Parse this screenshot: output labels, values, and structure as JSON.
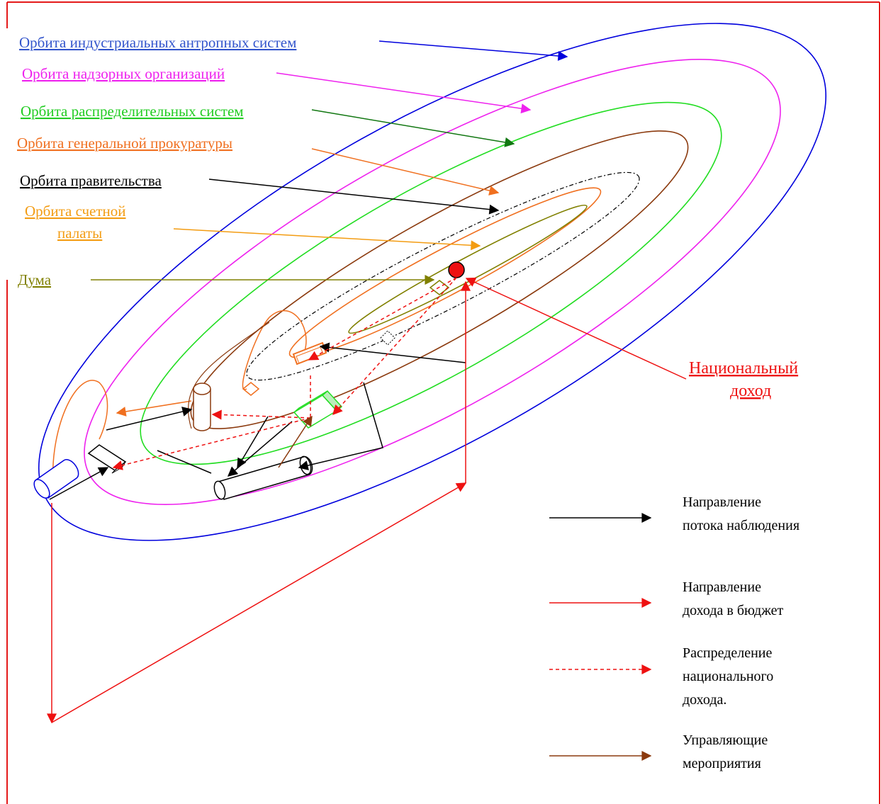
{
  "colors": {
    "frame": "#e41a1a",
    "industrial": "#0000dd",
    "supervisory": "#ee22ee",
    "distribution": "#22dd22",
    "prosecutor": "#8b3a0e",
    "government": "#000000",
    "audit": "#f39c12",
    "duma": "#808000",
    "income": "#ee1111",
    "control": "#8b3a0e"
  },
  "orbit_labels": {
    "industrial": "Орбита индустриальных антропных систем",
    "supervisory": "Орбита надзорных организаций",
    "distribution": "Орбита распределительных систем",
    "prosecutor": "Орбита генеральной прокуратуры",
    "government": "Орбита правительства",
    "audit_line1": "Орбита счетной",
    "audit_line2": "палаты",
    "duma": "Дума"
  },
  "national_income": {
    "line1": "Национальный",
    "line2": "доход"
  },
  "legend": {
    "observation": {
      "line1": "Направление",
      "line2": "потока наблюдения",
      "icon": "solid-black-arrow"
    },
    "budget_income": {
      "line1": "Направление",
      "line2": "дохода в бюджет",
      "icon": "solid-red-arrow"
    },
    "distribution": {
      "line1": "Распределение",
      "line2": "национального",
      "line3": "дохода.",
      "icon": "dashed-red-arrow"
    },
    "control": {
      "line1": "Управляющие",
      "line2": "мероприятия",
      "icon": "solid-brown-arrow"
    }
  }
}
